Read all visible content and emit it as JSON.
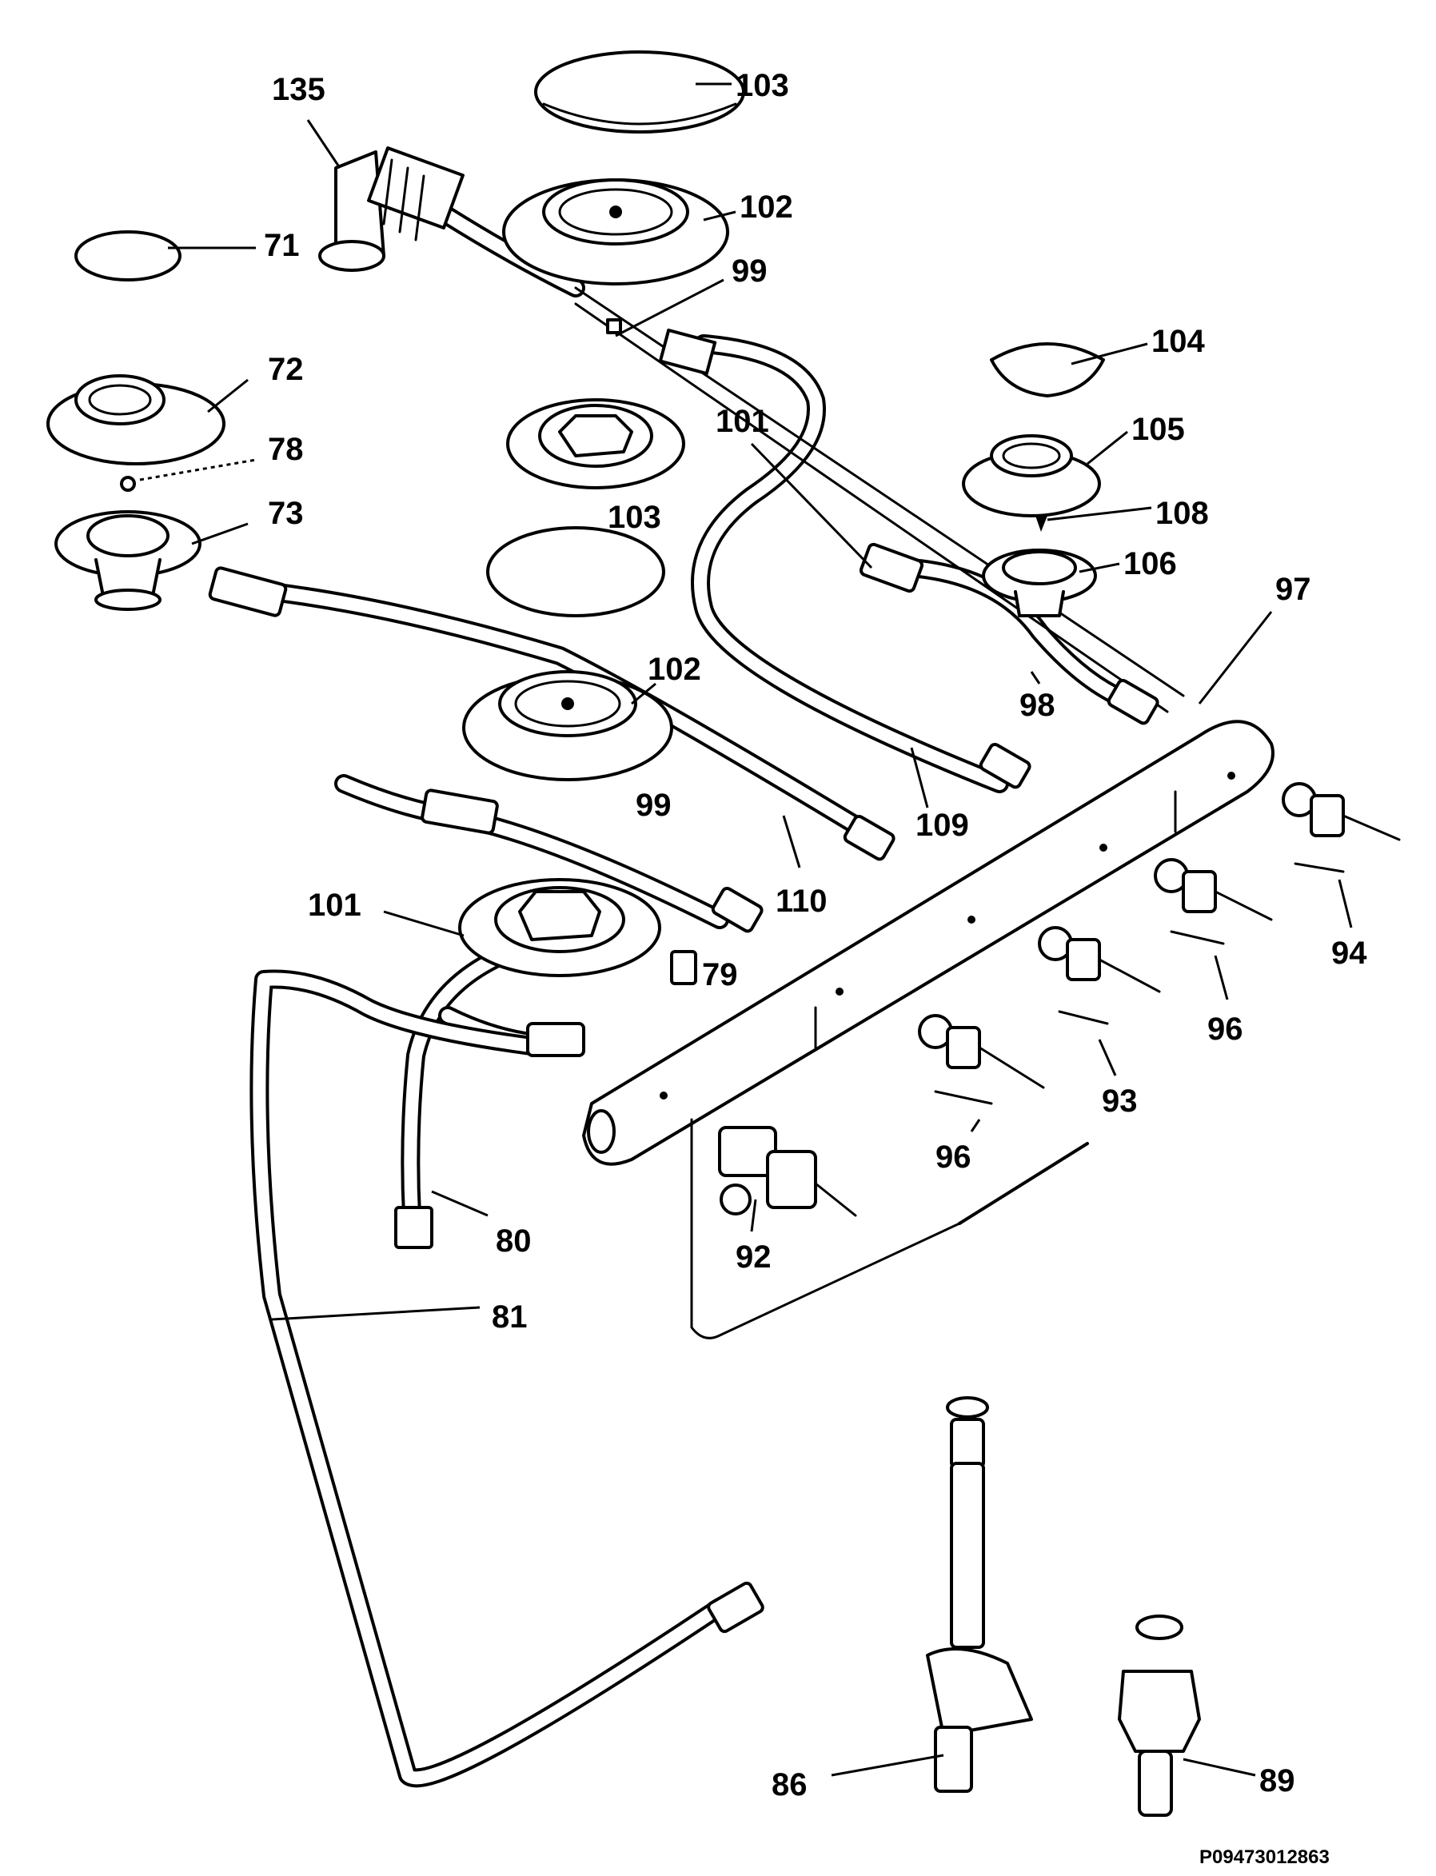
{
  "reference_code": "P09473012863",
  "callouts": [
    {
      "id": "135",
      "text": "135"
    },
    {
      "id": "103-top",
      "text": "103"
    },
    {
      "id": "102-top",
      "text": "102"
    },
    {
      "id": "71",
      "text": "71"
    },
    {
      "id": "99-top",
      "text": "99"
    },
    {
      "id": "104",
      "text": "104"
    },
    {
      "id": "72",
      "text": "72"
    },
    {
      "id": "101-mid",
      "text": "101"
    },
    {
      "id": "105",
      "text": "105"
    },
    {
      "id": "78",
      "text": "78"
    },
    {
      "id": "73",
      "text": "73"
    },
    {
      "id": "103-mid",
      "text": "103"
    },
    {
      "id": "108",
      "text": "108"
    },
    {
      "id": "106",
      "text": "106"
    },
    {
      "id": "97",
      "text": "97"
    },
    {
      "id": "102-mid",
      "text": "102"
    },
    {
      "id": "98",
      "text": "98"
    },
    {
      "id": "99-mid",
      "text": "99"
    },
    {
      "id": "109",
      "text": "109"
    },
    {
      "id": "110",
      "text": "110"
    },
    {
      "id": "101-low",
      "text": "101"
    },
    {
      "id": "94",
      "text": "94"
    },
    {
      "id": "79",
      "text": "79"
    },
    {
      "id": "96-right",
      "text": "96"
    },
    {
      "id": "93",
      "text": "93"
    },
    {
      "id": "96-left",
      "text": "96"
    },
    {
      "id": "80",
      "text": "80"
    },
    {
      "id": "92",
      "text": "92"
    },
    {
      "id": "81",
      "text": "81"
    },
    {
      "id": "86",
      "text": "86"
    },
    {
      "id": "89",
      "text": "89"
    }
  ]
}
